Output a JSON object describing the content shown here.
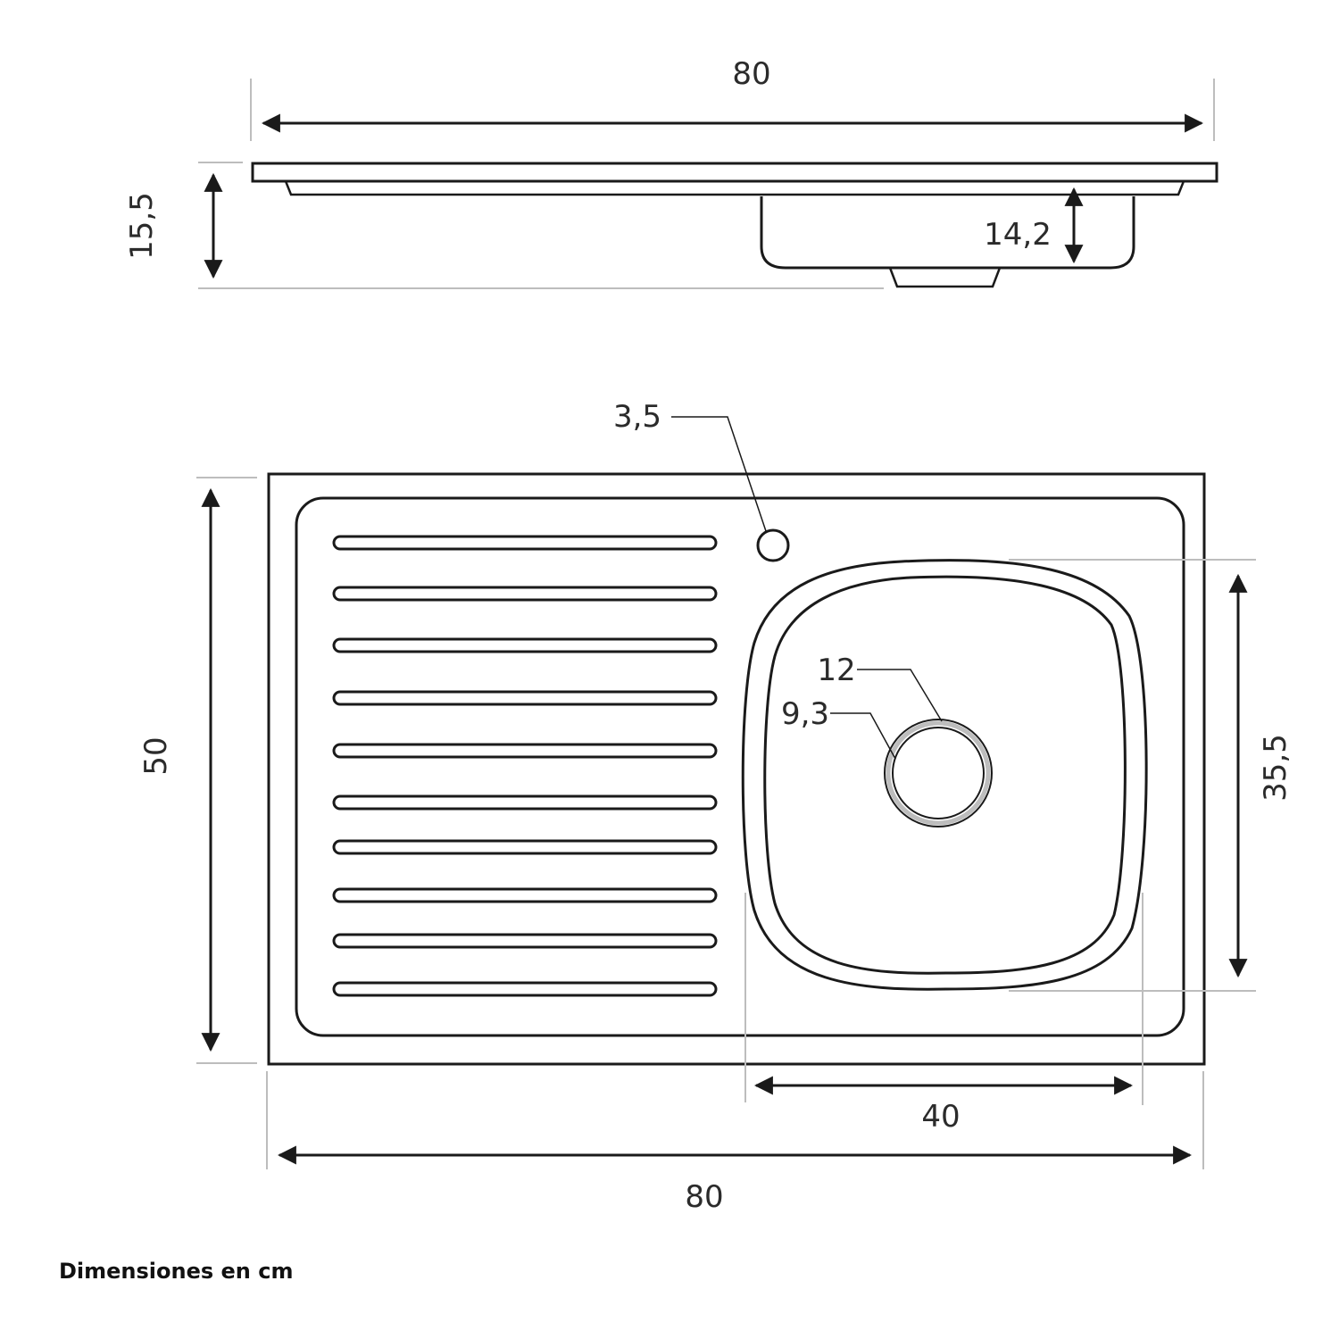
{
  "side_view": {
    "total_width_label": "80",
    "total_height_label": "15,5",
    "bowl_depth_label": "14,2"
  },
  "top_view": {
    "tap_hole_label": "3,5",
    "drain_outer_label": "12",
    "drain_inner_label": "9,3",
    "bowl_height_label": "35,5",
    "bowl_width_label": "40",
    "depth_label": "50",
    "width_label": "80",
    "drainboard_ribs": 10
  },
  "footer": {
    "units_note": "Dimensiones en cm"
  }
}
